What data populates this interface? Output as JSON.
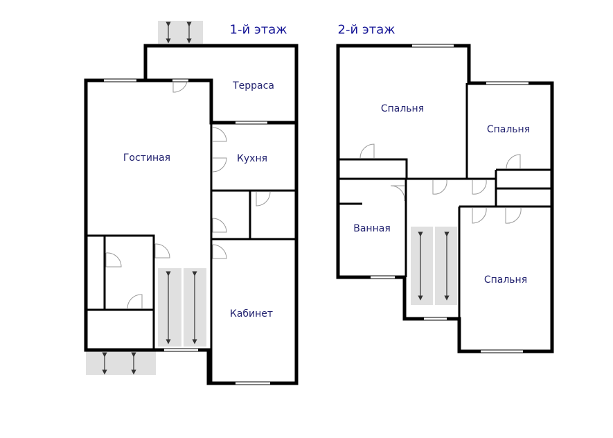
{
  "floors": [
    {
      "title": "1-й этаж",
      "rooms": [
        "Терраса",
        "Гостиная",
        "Кухня",
        "Кабинет"
      ]
    },
    {
      "title": "2-й этаж",
      "rooms": [
        "Спальня",
        "Спальня",
        "Ванная",
        "Спальня"
      ]
    }
  ],
  "colors": {
    "wall": "#000000",
    "label": "#232370",
    "title": "#141496",
    "stairs": "#e0e0e0"
  }
}
